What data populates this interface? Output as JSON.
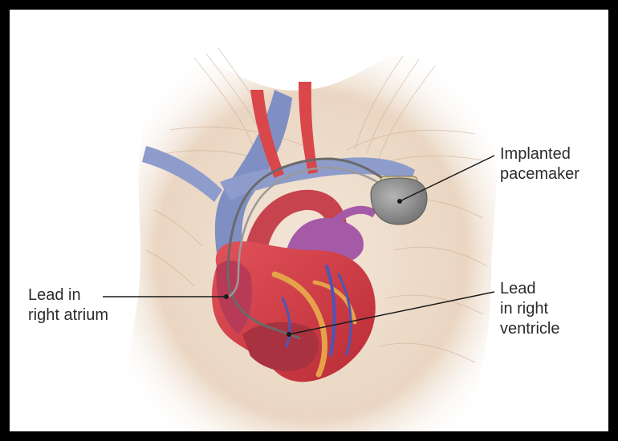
{
  "labels": {
    "pacemaker": [
      "Implanted",
      "pacemaker"
    ],
    "atrium": [
      "Lead in",
      "right atrium"
    ],
    "ventricle": [
      "Lead",
      "in right",
      "ventricle"
    ]
  },
  "colors": {
    "frame": "#000000",
    "skin": "#efe3d6",
    "vein": "#7f8fc4",
    "artery": "#d9474b",
    "aorta": "#c7434e",
    "pulmonary": "#a55aa8",
    "heart": "#cf3a44",
    "fat": "#e6a24a",
    "device": "#8a8a8a",
    "leader": "#1a1a1a"
  },
  "icons": {
    "heart": "heart-illustration",
    "device": "pacemaker-device"
  }
}
